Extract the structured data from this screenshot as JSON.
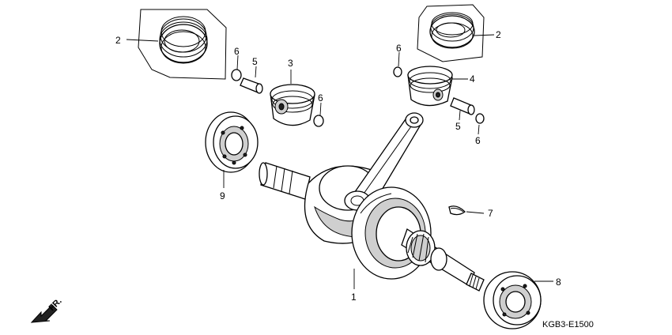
{
  "callouts": {
    "p1": "1",
    "p2_left": "2",
    "p2_right": "2",
    "p3": "3",
    "p4": "4",
    "p5_left": "5",
    "p5_right": "5",
    "p6_left_top": "6",
    "p6_left_bottom": "6",
    "p6_right_top": "6",
    "p6_right_bottom": "6",
    "p7": "7",
    "p8": "8",
    "p9": "9"
  },
  "direction_label": "FR.",
  "diagram_code": "KGB3-E1500"
}
